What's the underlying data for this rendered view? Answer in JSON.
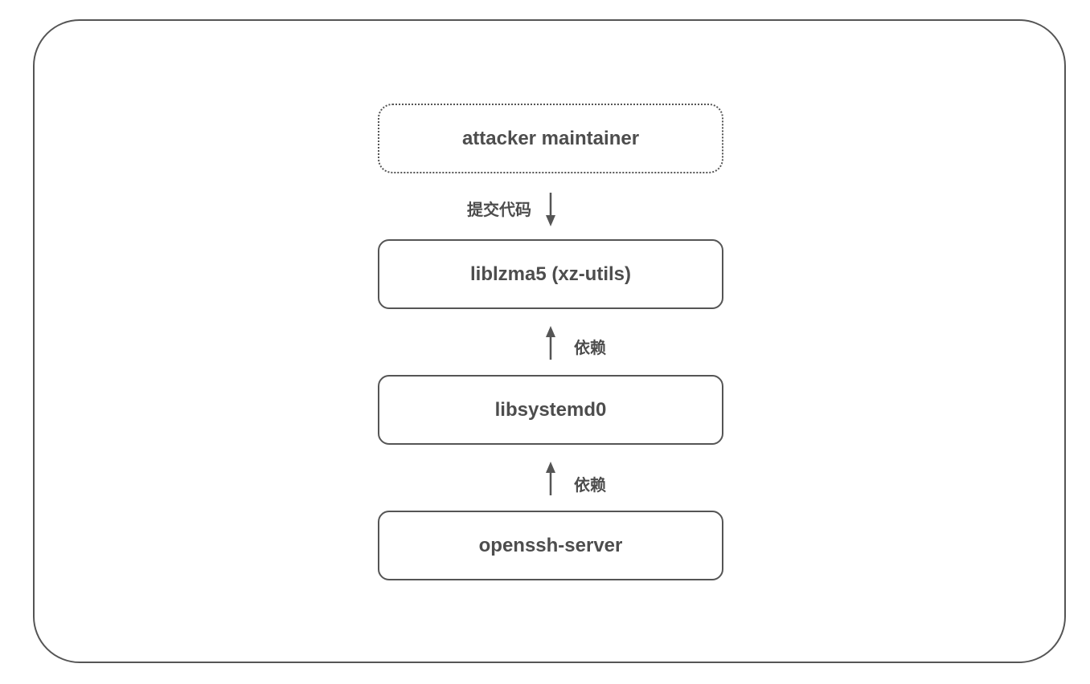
{
  "nodes": {
    "attacker": "attacker maintainer",
    "liblzma": "liblzma5 (xz-utils)",
    "libsystemd": "libsystemd0",
    "openssh": "openssh-server"
  },
  "edges": {
    "commit_label": "提交代码",
    "dep_label_1": "依赖",
    "dep_label_2": "依赖"
  },
  "colors": {
    "stroke": "#555555",
    "text": "#4d4d4d",
    "background": "#ffffff"
  }
}
